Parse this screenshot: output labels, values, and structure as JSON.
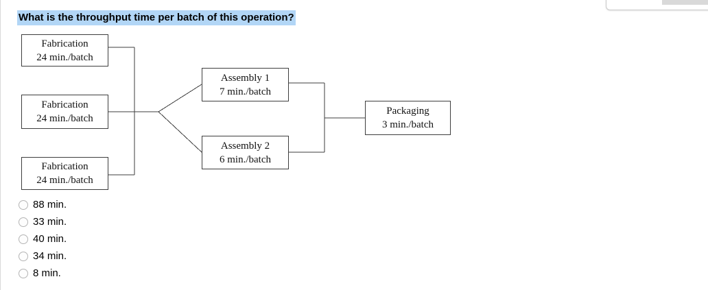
{
  "question": "What is the throughput time per batch of this operation?",
  "diagram": {
    "nodes": [
      {
        "name": "Fabrication",
        "value": "24 min./batch"
      },
      {
        "name": "Fabrication",
        "value": "24 min./batch"
      },
      {
        "name": "Fabrication",
        "value": "24 min./batch"
      },
      {
        "name": "Assembly 1",
        "value": "7 min./batch"
      },
      {
        "name": "Assembly 2",
        "value": "6 min./batch"
      },
      {
        "name": "Packaging",
        "value": "3 min./batch"
      }
    ],
    "flow": "three parallel Fabrication stages feed two parallel Assembly stages which merge into Packaging"
  },
  "options": [
    {
      "label": "88 min."
    },
    {
      "label": "33 min."
    },
    {
      "label": "40 min."
    },
    {
      "label": "34 min."
    },
    {
      "label": "8 min."
    }
  ],
  "colors": {
    "highlight": "#b2d6f6",
    "line": "#3d3d3d"
  }
}
